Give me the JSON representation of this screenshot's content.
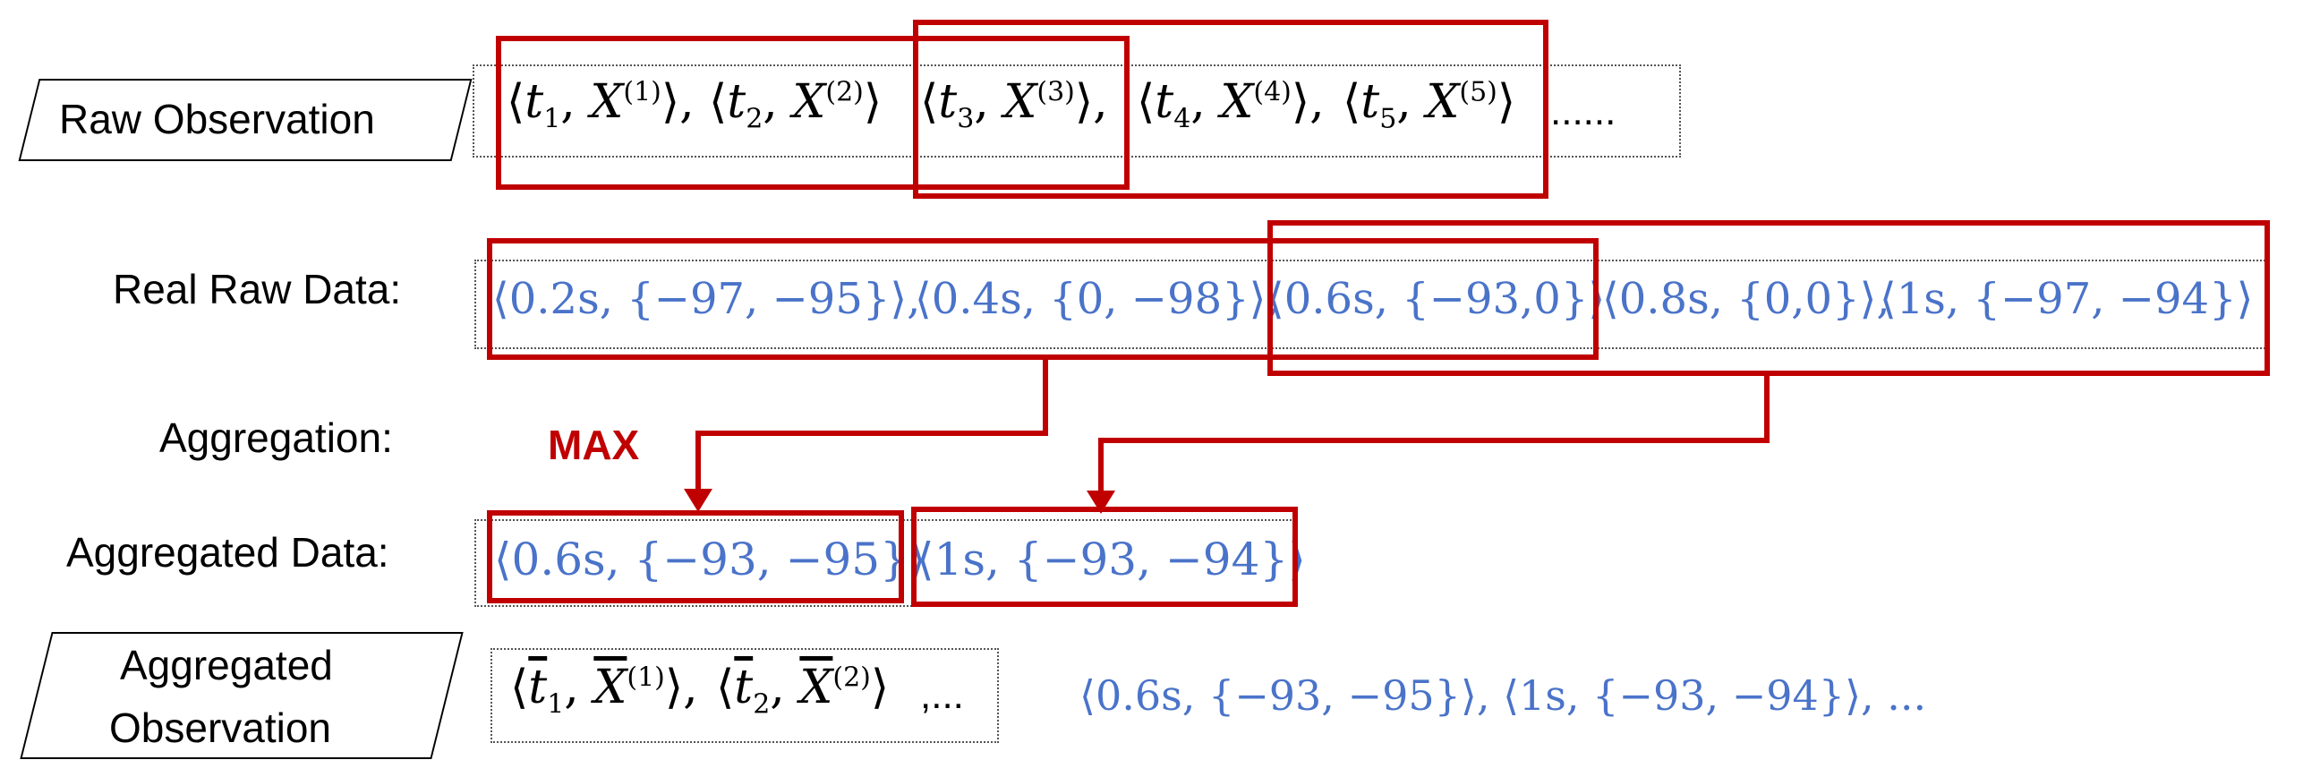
{
  "labels": {
    "raw_observation": "Raw Observation",
    "real_raw_data": "Real Raw Data:",
    "aggregation": "Aggregation:",
    "aggregated_data": "Aggregated Data:",
    "aggregated_observation_line1": "Aggregated",
    "aggregated_observation_line2": "Observation",
    "max": "MAX"
  },
  "raw_observation_tuples": [
    {
      "t": "t",
      "ti": "1",
      "x": "X",
      "xi": "(1)"
    },
    {
      "t": "t",
      "ti": "2",
      "x": "X",
      "xi": "(2)"
    },
    {
      "t": "t",
      "ti": "3",
      "x": "X",
      "xi": "(3)"
    },
    {
      "t": "t",
      "ti": "4",
      "x": "X",
      "xi": "(4)"
    },
    {
      "t": "t",
      "ti": "5",
      "x": "X",
      "xi": "(5)"
    }
  ],
  "raw_observation_ellipsis": "......",
  "real_raw_data": [
    "⟨0.2s, {−97, −95}⟩,",
    "⟨0.4s, {0, −98}⟩,",
    "⟨0.6s, {−93,0}⟩",
    "⟨0.8s, {0,0}⟩,",
    "⟨1s, {−97, −94}⟩"
  ],
  "aggregated_data": [
    "⟨0.6s, {−93, −95}⟩",
    "⟨1s, {−93, −94}⟩"
  ],
  "aggregated_observation_formula": {
    "first": {
      "t": "t",
      "ti": "1",
      "x": "X",
      "xi": "(1)"
    },
    "second": {
      "t": "t",
      "ti": "2",
      "x": "X",
      "xi": "(2)"
    },
    "ellipsis": ",..."
  },
  "aggregated_observation_values": "⟨0.6s, {−93, −95}⟩, ⟨1s, {−93, −94}⟩, ...",
  "colors": {
    "highlight_red": "#c00000",
    "value_blue": "#4a73c9"
  }
}
